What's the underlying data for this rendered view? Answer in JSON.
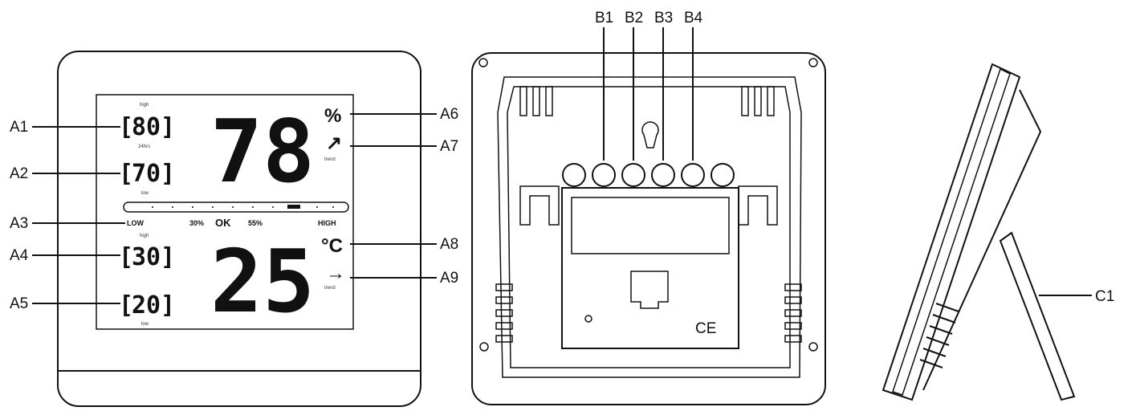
{
  "front": {
    "callouts": {
      "a1": "A1",
      "a2": "A2",
      "a3": "A3",
      "a4": "A4",
      "a5": "A5",
      "a6": "A6",
      "a7": "A7",
      "a8": "A8",
      "a9": "A9"
    },
    "humidity_value": "78",
    "humidity_high": "80",
    "humidity_low": "70",
    "temp_value": "25",
    "temp_high": "30",
    "temp_low": "20",
    "label_high": "high",
    "label_low": "low",
    "label_24hrs": "24hrs",
    "label_trend": "trend",
    "unit_percent": "%",
    "unit_celsius": "°C",
    "scale_low": "LOW",
    "scale_30": "30%",
    "scale_ok": "OK",
    "scale_55": "55%",
    "scale_high": "HIGH",
    "humidity_trend_arrow": "↗",
    "temp_trend_arrow": "→"
  },
  "back": {
    "callouts": {
      "b1": "B1",
      "b2": "B2",
      "b3": "B3",
      "b4": "B4"
    },
    "ce_mark": "CE"
  },
  "side": {
    "callouts": {
      "c1": "C1"
    }
  }
}
